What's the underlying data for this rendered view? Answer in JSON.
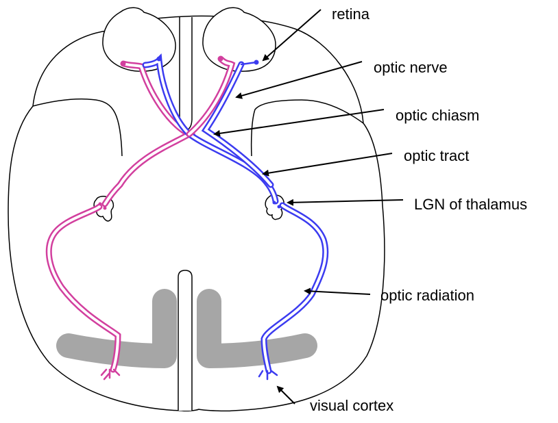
{
  "labels": {
    "retina": "retina",
    "optic_nerve": "optic nerve",
    "optic_chiasm": "optic chiasm",
    "optic_tract": "optic tract",
    "lgn": "LGN of thalamus",
    "optic_radiation": "optic radiation",
    "visual_cortex": "visual cortex"
  },
  "colors": {
    "left_pathway": "#d23f9e",
    "right_pathway": "#3b3bf0",
    "cortex": "#a6a6a6",
    "outline": "#000000",
    "arrow": "#000000"
  }
}
